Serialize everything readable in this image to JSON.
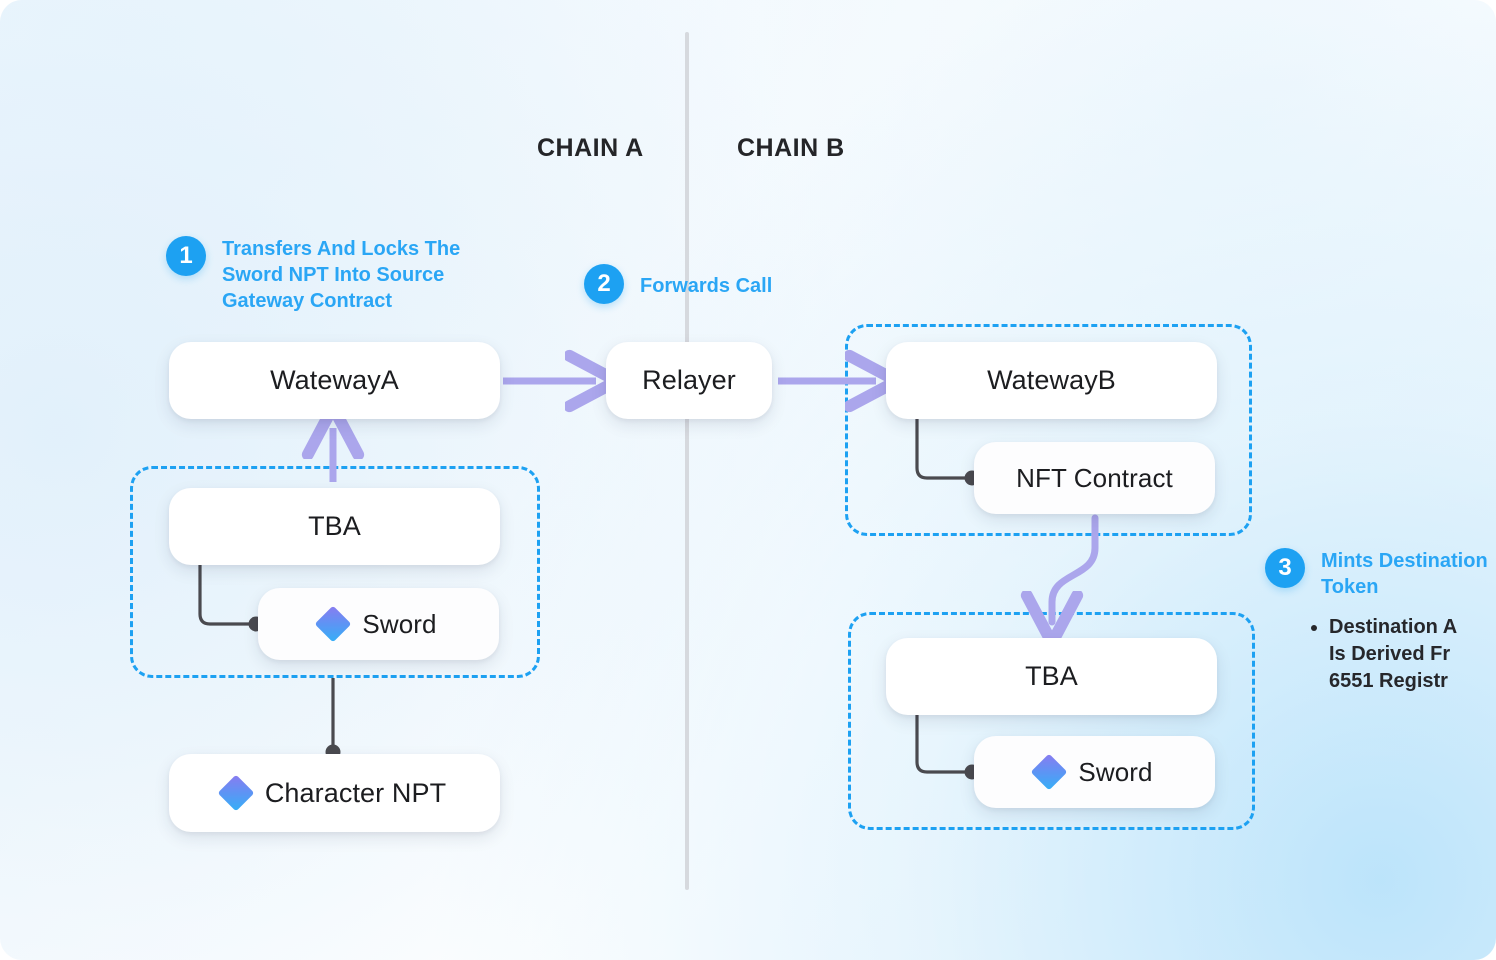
{
  "chains": {
    "left_label": "CHAIN A",
    "right_label": "CHAIN B"
  },
  "nodes": {
    "gateway_a": "WatewayA",
    "tba_a": "TBA",
    "sword_a": "Sword",
    "character": "Character NPT",
    "relayer": "Relayer",
    "gateway_b": "WatewayB",
    "nft_contract": "NFT Contract",
    "tba_b": "TBA",
    "sword_b": "Sword"
  },
  "steps": [
    {
      "number": "1",
      "title": "Transfers And Locks The\nSword NPT Into Source\nGateway Contract",
      "bullets": []
    },
    {
      "number": "2",
      "title": "Forwards Call",
      "bullets": []
    },
    {
      "number": "3",
      "title": "Mints Destination\nToken",
      "bullets": [
        "Destination A\nIs Derived Fr\n6551 Registr"
      ]
    }
  ],
  "colors": {
    "accent_blue": "#1da1f2",
    "step_text_blue": "#2aa6f5",
    "arrow_purple": "#aba6ec",
    "connector_gray": "#4a4a4f",
    "divider_gray": "#d6d9de",
    "node_text": "#1c1d20"
  }
}
